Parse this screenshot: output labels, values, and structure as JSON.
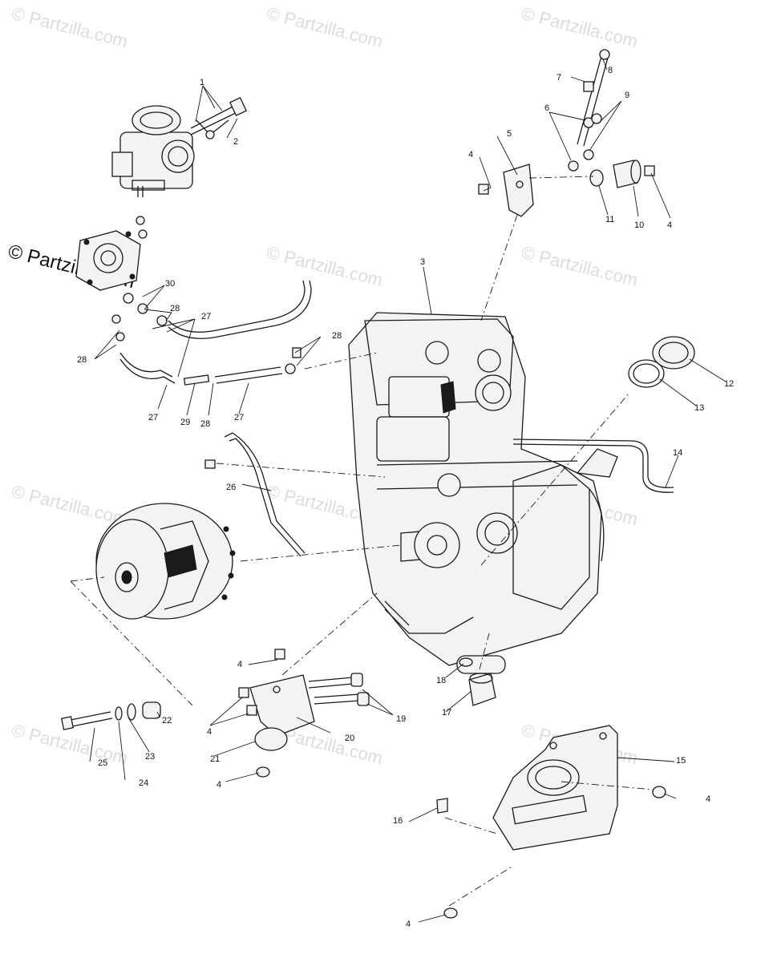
{
  "watermark": {
    "main": "© Partzilla.com",
    "repeat": "© Partzilla.com"
  },
  "callouts": {
    "c1": "1",
    "c2": "2",
    "c3": "3",
    "c4a": "4",
    "c4b": "4",
    "c4c": "4",
    "c4d": "4",
    "c4e": "4",
    "c4f": "4",
    "c4g": "4",
    "c5": "5",
    "c6": "6",
    "c7": "7",
    "c8": "8",
    "c9": "9",
    "c10": "10",
    "c11": "11",
    "c12": "12",
    "c13": "13",
    "c14": "14",
    "c15": "15",
    "c16": "16",
    "c17": "17",
    "c18": "18",
    "c19": "19",
    "c20": "20",
    "c21": "21",
    "c22": "22",
    "c23": "23",
    "c24": "24",
    "c25": "25",
    "c26": "26",
    "c27a": "27",
    "c27b": "27",
    "c27c": "27",
    "c28a": "28",
    "c28b": "28",
    "c28c": "28",
    "c28d": "28",
    "c29": "29",
    "c30": "30"
  },
  "icons": {
    "carburetor": "carburetor-icon",
    "fuel_pump": "fuel-pump-icon",
    "engine": "engine-block-icon",
    "clutch": "drive-clutch-icon",
    "mount_bracket": "mount-bracket-icon",
    "skid_plate": "mount-plate-icon"
  }
}
